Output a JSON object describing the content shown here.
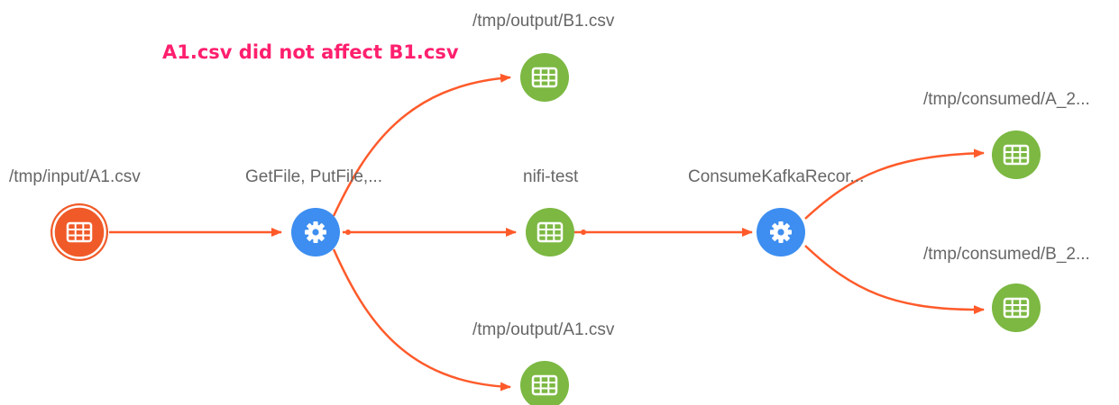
{
  "annotation": "A1.csv did not affect B1.csv",
  "nodes": {
    "input_a1": {
      "label": "/tmp/input/A1.csv",
      "kind": "input-dataset",
      "icon": "table-icon"
    },
    "processor_getfile": {
      "label": "GetFile, PutFile,...",
      "kind": "processor",
      "icon": "gear-icon"
    },
    "output_b1": {
      "label": "/tmp/output/B1.csv",
      "kind": "dataset",
      "icon": "table-icon"
    },
    "nifi_test": {
      "label": "nifi-test",
      "kind": "dataset",
      "icon": "table-icon"
    },
    "output_a1": {
      "label": "/tmp/output/A1.csv",
      "kind": "dataset",
      "icon": "table-icon"
    },
    "processor_consume": {
      "label": "ConsumeKafkaRecor...",
      "kind": "processor",
      "icon": "gear-icon"
    },
    "consumed_a2": {
      "label": "/tmp/consumed/A_2...",
      "kind": "dataset",
      "icon": "table-icon"
    },
    "consumed_b2": {
      "label": "/tmp/consumed/B_2...",
      "kind": "dataset",
      "icon": "table-icon"
    }
  },
  "edges": [
    {
      "from": "input_a1",
      "to": "processor_getfile"
    },
    {
      "from": "processor_getfile",
      "to": "output_b1"
    },
    {
      "from": "processor_getfile",
      "to": "nifi_test"
    },
    {
      "from": "processor_getfile",
      "to": "output_a1"
    },
    {
      "from": "nifi_test",
      "to": "processor_consume"
    },
    {
      "from": "processor_consume",
      "to": "consumed_a2"
    },
    {
      "from": "processor_consume",
      "to": "consumed_b2"
    }
  ],
  "colors": {
    "edge": "#ff5a2a",
    "input_node": "#f05a28",
    "dataset_node": "#7cb842",
    "processor_node": "#3d8ef0",
    "annotation": "#ff1f6e",
    "label": "#666666"
  }
}
